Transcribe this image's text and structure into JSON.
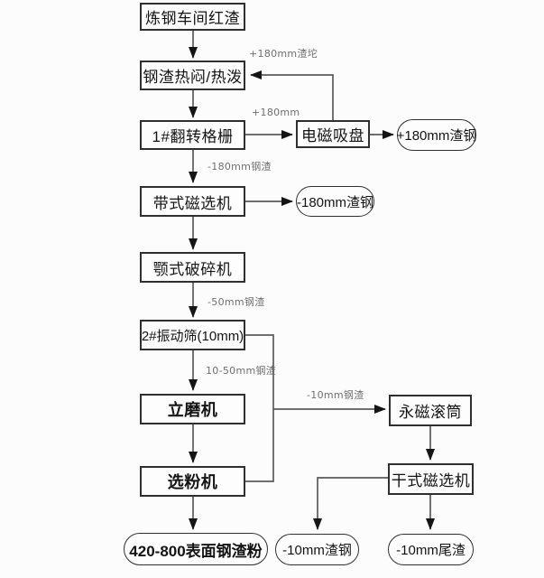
{
  "diagram": {
    "type": "flowchart",
    "language": "zh-CN",
    "nodes": {
      "red_slag": {
        "label": "炼钢车间红渣",
        "shape": "rect"
      },
      "hot_stew": {
        "label": "钢渣热闷/热泼",
        "shape": "rect"
      },
      "grid1": {
        "label": "1#翻转格栅",
        "shape": "rect"
      },
      "magnet_chuck": {
        "label": "电磁吸盘",
        "shape": "rect"
      },
      "plus180_steel": {
        "label": "+180mm渣钢",
        "shape": "stadium"
      },
      "belt_separator": {
        "label": "带式磁选机",
        "shape": "rect"
      },
      "minus180_steel": {
        "label": "-180mm渣钢",
        "shape": "stadium"
      },
      "jaw_crusher": {
        "label": "颚式破碎机",
        "shape": "rect"
      },
      "screen2": {
        "label": "2#振动筛(10mm)",
        "shape": "rect"
      },
      "vertical_mill": {
        "label": "立磨机",
        "shape": "rect",
        "bold": true
      },
      "powder_separator": {
        "label": "选粉机",
        "shape": "rect",
        "bold": true
      },
      "product": {
        "label": "420-800表面钢渣粉",
        "shape": "stadium",
        "bold": true
      },
      "magnet_drum": {
        "label": "永磁滚筒",
        "shape": "rect"
      },
      "dry_separator": {
        "label": "干式磁选机",
        "shape": "rect"
      },
      "minus10_steel": {
        "label": "-10mm渣钢",
        "shape": "stadium"
      },
      "minus10_tail": {
        "label": "-10mm尾渣",
        "shape": "stadium"
      }
    },
    "edge_labels": {
      "plus180_lump": "+180mm渣坨",
      "plus180": "+180mm",
      "minus180": "-180mm钢渣",
      "minus50": "-50mm钢渣",
      "mid10_50": "10-50mm钢渣",
      "minus10": "-10mm钢渣"
    },
    "colors": {
      "background": "#fcfcfc",
      "box_border": "#2f2f2f",
      "box_fill": "#fdfdfd",
      "text": "#141414",
      "line": "#5a5a5a",
      "arrowhead": "#151515",
      "edge_label": "#6f6f6f"
    }
  }
}
